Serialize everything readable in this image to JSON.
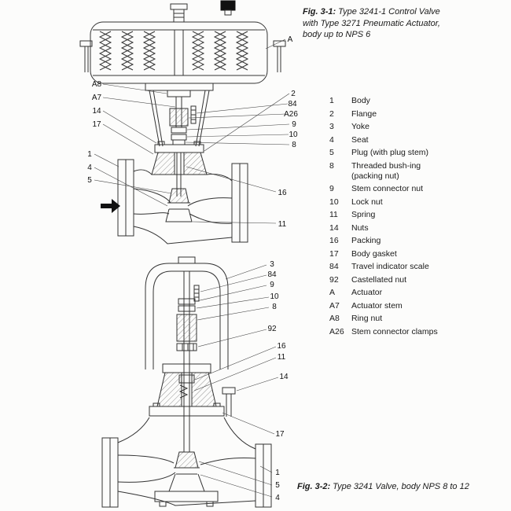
{
  "figures": {
    "fig1": {
      "label": "Fig. 3-1:",
      "caption": "Type 3241-1 Control Valve with Type 3271 Pneumatic Actuator, body up to NPS 6"
    },
    "fig2": {
      "label": "Fig. 3-2:",
      "caption": "Type 3241 Valve, body NPS 8 to 12"
    }
  },
  "legend": {
    "items": [
      {
        "key": "1",
        "label": "Body"
      },
      {
        "key": "2",
        "label": "Flange"
      },
      {
        "key": "3",
        "label": "Yoke"
      },
      {
        "key": "4",
        "label": "Seat"
      },
      {
        "key": "5",
        "label": "Plug (with plug stem)"
      },
      {
        "key": "8",
        "label": "Threaded bush-ing (packing nut)"
      },
      {
        "key": "9",
        "label": "Stem connector nut"
      },
      {
        "key": "10",
        "label": "Lock nut"
      },
      {
        "key": "11",
        "label": "Spring"
      },
      {
        "key": "14",
        "label": "Nuts"
      },
      {
        "key": "16",
        "label": "Packing"
      },
      {
        "key": "17",
        "label": "Body gasket"
      },
      {
        "key": "84",
        "label": "Travel indicator scale"
      },
      {
        "key": "92",
        "label": "Castellated nut"
      },
      {
        "key": "A",
        "label": "Actuator"
      },
      {
        "key": "A7",
        "label": "Actuator stem"
      },
      {
        "key": "A8",
        "label": "Ring nut"
      },
      {
        "key": "A26",
        "label": "Stem connector clamps"
      }
    ]
  },
  "callouts": {
    "fig1": [
      "A",
      "2",
      "84",
      "A26",
      "9",
      "10",
      "8",
      "A8",
      "A7",
      "14",
      "17",
      "1",
      "4",
      "5",
      "16",
      "11"
    ],
    "fig2": [
      "3",
      "84",
      "9",
      "10",
      "8",
      "92",
      "16",
      "11",
      "14",
      "17",
      "1",
      "5",
      "4"
    ]
  },
  "colors": {
    "line": "#333333",
    "text": "#1a1a1a",
    "background": "#fcfcfb"
  }
}
